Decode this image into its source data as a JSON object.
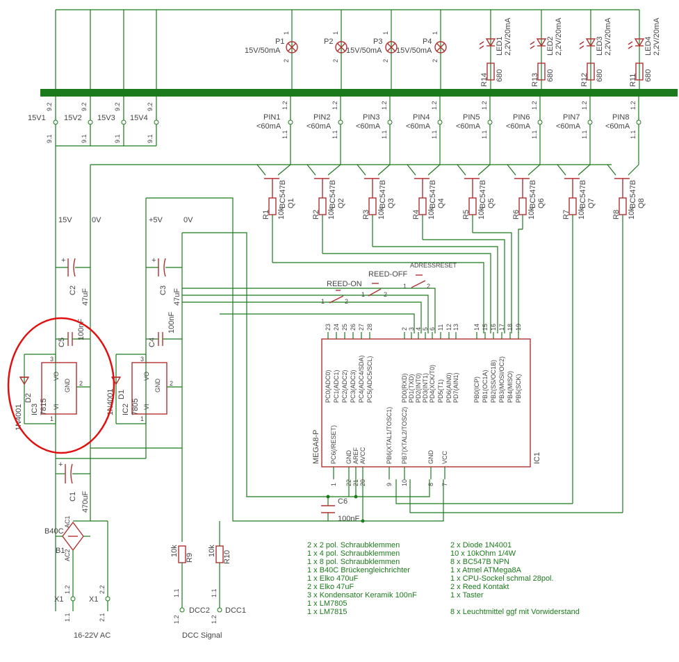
{
  "connectors_top": [
    {
      "name": "15V1",
      "p_top": "9.2",
      "p_bot": "9.1"
    },
    {
      "name": "15V2",
      "p_top": "9.2",
      "p_bot": "9.1"
    },
    {
      "name": "15V3",
      "p_top": "9.2",
      "p_bot": "9.1"
    },
    {
      "name": "15V4",
      "p_top": "9.2",
      "p_bot": "9.1"
    }
  ],
  "lamps": [
    {
      "name": "P1",
      "value": "15V/50mA",
      "pin_top": "1",
      "pin_bot": "2"
    },
    {
      "name": "P2",
      "value": "15V/50mA",
      "pin_top": "1",
      "pin_bot": "2"
    },
    {
      "name": "P3",
      "value": "15V/50mA",
      "pin_top": "1",
      "pin_bot": "2"
    },
    {
      "name": "P4",
      "value": "15V/50mA",
      "pin_top": "1",
      "pin_bot": "2"
    }
  ],
  "leds": [
    {
      "name": "LED1",
      "value": "2,2V/20mA",
      "res": "R14",
      "res_value": "680"
    },
    {
      "name": "LED2",
      "value": "2,2V/20mA",
      "res": "R13",
      "res_value": "680"
    },
    {
      "name": "LED3",
      "value": "2,2V/20mA",
      "res": "R12",
      "res_value": "680"
    },
    {
      "name": "LED4",
      "value": "2,2V/20mA",
      "res": "R11",
      "res_value": "680"
    }
  ],
  "pins": [
    {
      "name": "PIN1",
      "value": "<60mA",
      "p_top": "1.2",
      "p_bot": "1.1"
    },
    {
      "name": "PIN2",
      "value": "<60mA",
      "p_top": "1.2",
      "p_bot": "1.1"
    },
    {
      "name": "PIN3",
      "value": "<60mA",
      "p_top": "1.2",
      "p_bot": "1.1"
    },
    {
      "name": "PIN4",
      "value": "<60mA",
      "p_top": "1.2",
      "p_bot": "1.1"
    },
    {
      "name": "PIN5",
      "value": "<60mA",
      "p_top": "1.2",
      "p_bot": "1.1"
    },
    {
      "name": "PIN6",
      "value": "<60mA",
      "p_top": "1.2",
      "p_bot": "1.1"
    },
    {
      "name": "PIN7",
      "value": "<60mA",
      "p_top": "1.2",
      "p_bot": "1.1"
    },
    {
      "name": "PIN8",
      "value": "<60mA",
      "p_top": "1.2",
      "p_bot": "1.1"
    }
  ],
  "transistors": [
    {
      "name": "Q1",
      "type": "BC547B",
      "res": "R1",
      "res_value": "10k"
    },
    {
      "name": "Q2",
      "type": "BC547B",
      "res": "R2",
      "res_value": "10k"
    },
    {
      "name": "Q3",
      "type": "BC547B",
      "res": "R3",
      "res_value": "10k"
    },
    {
      "name": "Q4",
      "type": "BC547B",
      "res": "R4",
      "res_value": "10k"
    },
    {
      "name": "Q5",
      "type": "BC547B",
      "res": "R5",
      "res_value": "10k"
    },
    {
      "name": "Q6",
      "type": "BC547B",
      "res": "R6",
      "res_value": "10k"
    },
    {
      "name": "Q7",
      "type": "BC547B",
      "res": "R7",
      "res_value": "10k"
    },
    {
      "name": "Q8",
      "type": "BC547B",
      "res": "R8",
      "res_value": "10k"
    }
  ],
  "rails": {
    "v15": "15V",
    "ov1": "0V",
    "v5": "+5V",
    "ov2": "0V"
  },
  "caps": {
    "c2": {
      "name": "C2",
      "value": "47uF"
    },
    "c3": {
      "name": "C3",
      "value": "47uF"
    },
    "c5": {
      "name": "C5",
      "value": "100nF"
    },
    "c4": {
      "name": "C4",
      "value": "100nF"
    },
    "c1": {
      "name": "C1",
      "value": "470uF"
    },
    "c6": {
      "name": "C6",
      "value": "100nF"
    }
  },
  "regulators": {
    "ic3": {
      "name": "IC3",
      "type": "7815",
      "vi": "VI",
      "vo": "VO",
      "gnd": "GND",
      "p1": "1",
      "p2": "2",
      "p3": "3"
    },
    "ic2": {
      "name": "IC2",
      "type": "7805",
      "vi": "VI",
      "vo": "VO",
      "gnd": "GND",
      "p1": "1",
      "p2": "2",
      "p3": "3"
    }
  },
  "diodes": {
    "d2": {
      "name": "D2",
      "type": "1N4001"
    },
    "d1": {
      "name": "D1",
      "type": "1N4001"
    }
  },
  "switches": {
    "reed_on": {
      "name": "REED-ON",
      "p1": "1",
      "p2": "2"
    },
    "reed_off": {
      "name": "REED-OFF",
      "p1": "1",
      "p2": "2"
    },
    "adressreset": {
      "name": "ADRESSRESET",
      "p1": "1",
      "p2": "2"
    }
  },
  "mcu": {
    "name": "IC1",
    "type": "MEGA8-P",
    "top_pins": [
      {
        "num": "23",
        "label": "PC0(ADC0)"
      },
      {
        "num": "24",
        "label": "PC1(ADC1)"
      },
      {
        "num": "25",
        "label": "PC2(ADC2)"
      },
      {
        "num": "26",
        "label": "PC3(ADC3)"
      },
      {
        "num": "27",
        "label": "PC4(ADC4/SDA)"
      },
      {
        "num": "28",
        "label": "PC5(ADC5/SCL)"
      },
      {
        "num": "2",
        "label": "PD0(RXD)"
      },
      {
        "num": "3",
        "label": "PD1(TXD)"
      },
      {
        "num": "4",
        "label": "PD2(INT0)"
      },
      {
        "num": "5",
        "label": "PD3(INT1)"
      },
      {
        "num": "6",
        "label": "PD4(XCK/T0)"
      },
      {
        "num": "11",
        "label": "PD5(T1)"
      },
      {
        "num": "12",
        "label": "PD6(AIN0)"
      },
      {
        "num": "13",
        "label": "PD7(AIN1)"
      },
      {
        "num": "14",
        "label": "PB0(ICP)"
      },
      {
        "num": "15",
        "label": "PB1(OC1A)"
      },
      {
        "num": "16",
        "label": "PB2(SS/OC1B)"
      },
      {
        "num": "17",
        "label": "PB3(MOSI/OC2)"
      },
      {
        "num": "18",
        "label": "PB4(MISO)"
      },
      {
        "num": "19",
        "label": "PB5(SCK)"
      }
    ],
    "bottom_pins": [
      {
        "num": "1",
        "label": "PC6(/RESET)"
      },
      {
        "num": "22",
        "label": "GND"
      },
      {
        "num": "21",
        "label": "AREF"
      },
      {
        "num": "20",
        "label": "AVCC"
      },
      {
        "num": "9",
        "label": "PB6(XTAL1/TOSC1)"
      },
      {
        "num": "10",
        "label": "PB7(XTAL2/TOSC2)"
      },
      {
        "num": "8",
        "label": "GND"
      },
      {
        "num": "7",
        "label": "VCC"
      }
    ]
  },
  "bridge": {
    "name": "B1",
    "type": "B40C",
    "ac1": "AC1",
    "ac2": "AC2"
  },
  "power_input": {
    "x1a": {
      "name": "X1",
      "p_top": "1.2",
      "p_bot": "1.1"
    },
    "x1b": {
      "name": "X1",
      "p_top": "2.2",
      "p_bot": "2.1"
    },
    "label": "16-22V AC"
  },
  "dcc": {
    "r9": {
      "name": "R9",
      "value": "10k"
    },
    "r10": {
      "name": "R10",
      "value": "10k"
    },
    "dcc2": {
      "name": "DCC2",
      "p_top": "1.1",
      "p_bot": "1.2"
    },
    "dcc1": {
      "name": "DCC1",
      "p_top": "1.1",
      "p_bot": "1.2"
    },
    "label": "DCC Signal"
  },
  "bom_left": [
    "2 x 2 pol. Schraubklemmen",
    "1 x 4 pol. Schraubklemmen",
    "1 x 8 pol. Schraubklemmen",
    "1 x B40C Brückengleichrichter",
    "1 x Elko 470uF",
    "2 x Elko 47uF",
    "3 x Kondensator Keramik 100nF",
    "1 x LM7805",
    "1 x LM7815"
  ],
  "bom_right": [
    "2 x Diode 1N4001",
    "10 x 10kOhm 1/4W",
    "8 x BC547B NPN",
    "1 x Atmel ATMega8A",
    "1 x CPU-Sockel schmal 28pol.",
    "2 x Reed Kontakt",
    "1 x Taster",
    "",
    "8 x Leuchtmittel ggf mit Vorwiderstand"
  ],
  "colors": {
    "wire": "#1b7a1b",
    "symbol": "#b03030",
    "text": "#444444",
    "highlight": "#e01010"
  }
}
